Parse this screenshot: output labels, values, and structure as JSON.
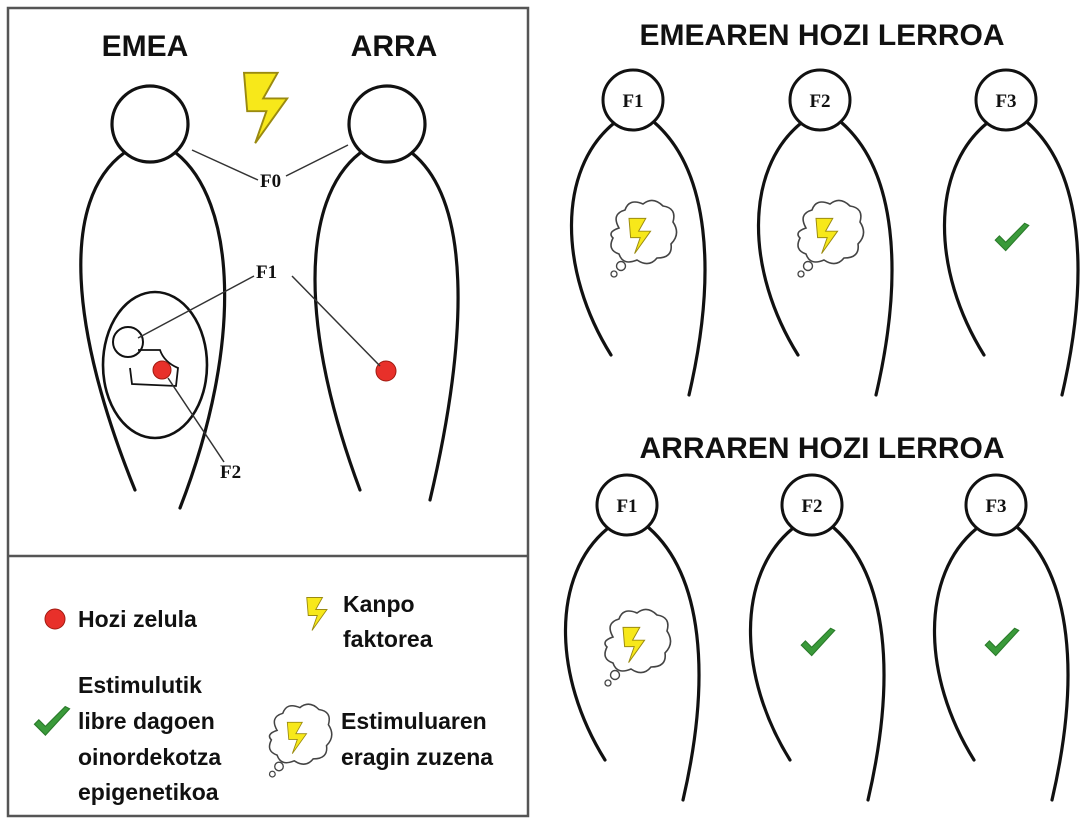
{
  "left_panel": {
    "female_title": "EMEA",
    "male_title": "ARRA",
    "f0_label": "F0",
    "f1_label": "F1",
    "f2_label": "F2"
  },
  "female_line": {
    "title": "EMEAREN HOZI LERROA",
    "figures": [
      {
        "label": "F1",
        "state": "direct-effect"
      },
      {
        "label": "F2",
        "state": "direct-effect"
      },
      {
        "label": "F3",
        "state": "free"
      }
    ]
  },
  "male_line": {
    "title": "ARRAREN HOZI LERROA",
    "figures": [
      {
        "label": "F1",
        "state": "direct-effect"
      },
      {
        "label": "F2",
        "state": "free"
      },
      {
        "label": "F3",
        "state": "free"
      }
    ]
  },
  "legend": {
    "germ_cell": "Hozi zelula",
    "external_factor_line1": "Kanpo",
    "external_factor_line2": "faktorea",
    "free_line1": "Estimulutik",
    "free_line2": "libre dagoen",
    "free_line3": "oinordekotza",
    "free_line4": "epigenetikoa",
    "direct_line1": "Estimuluaren",
    "direct_line2": "eragin zuzena"
  },
  "colors": {
    "germ_cell": "#e8302a",
    "lightning": "#f7e81a",
    "check": "#3a9a3a",
    "border": "#555555"
  }
}
